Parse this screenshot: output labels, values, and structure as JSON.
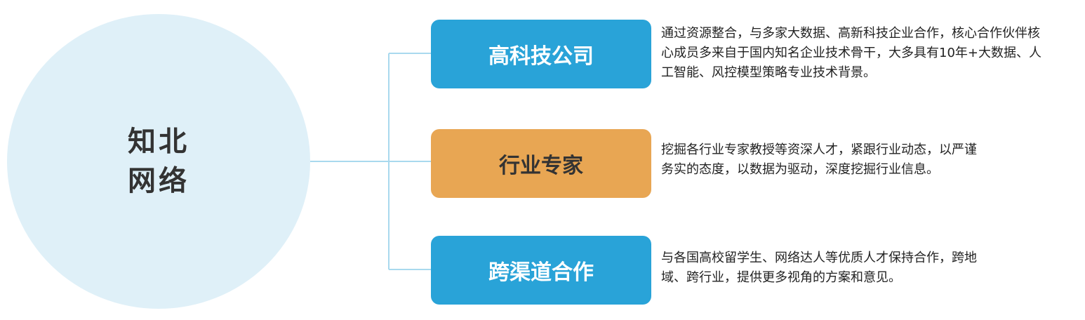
{
  "center": {
    "line1": "知北",
    "line2": "网络"
  },
  "branches": [
    {
      "title": "高科技公司",
      "color": "#29a3d8",
      "desc_lines": [
        "通过资源整合，与多家大数据、高新科技企业合作，核心合作伙伴核",
        "心成员多来自于国内知名企业技术骨干，大多具有10年+大数据、人",
        "工智能、风控模型策略专业技术背景。"
      ]
    },
    {
      "title": "行业专家",
      "color": "#e8a653",
      "desc_lines": [
        "挖掘各行业专家教授等资深人才，紧跟行业动态，以严谨",
        "务实的态度，以数据为驱动，深度挖掘行业信息。"
      ]
    },
    {
      "title": "跨渠道合作",
      "color": "#29a3d8",
      "desc_lines": [
        "与各国高校留学生、网络达人等优质人才保持合作，跨地",
        "域、跨行业，提供更多视角的方案和意见。"
      ]
    }
  ],
  "colors": {
    "hub": "#dff0f8",
    "connector": "#a9d9ee"
  }
}
